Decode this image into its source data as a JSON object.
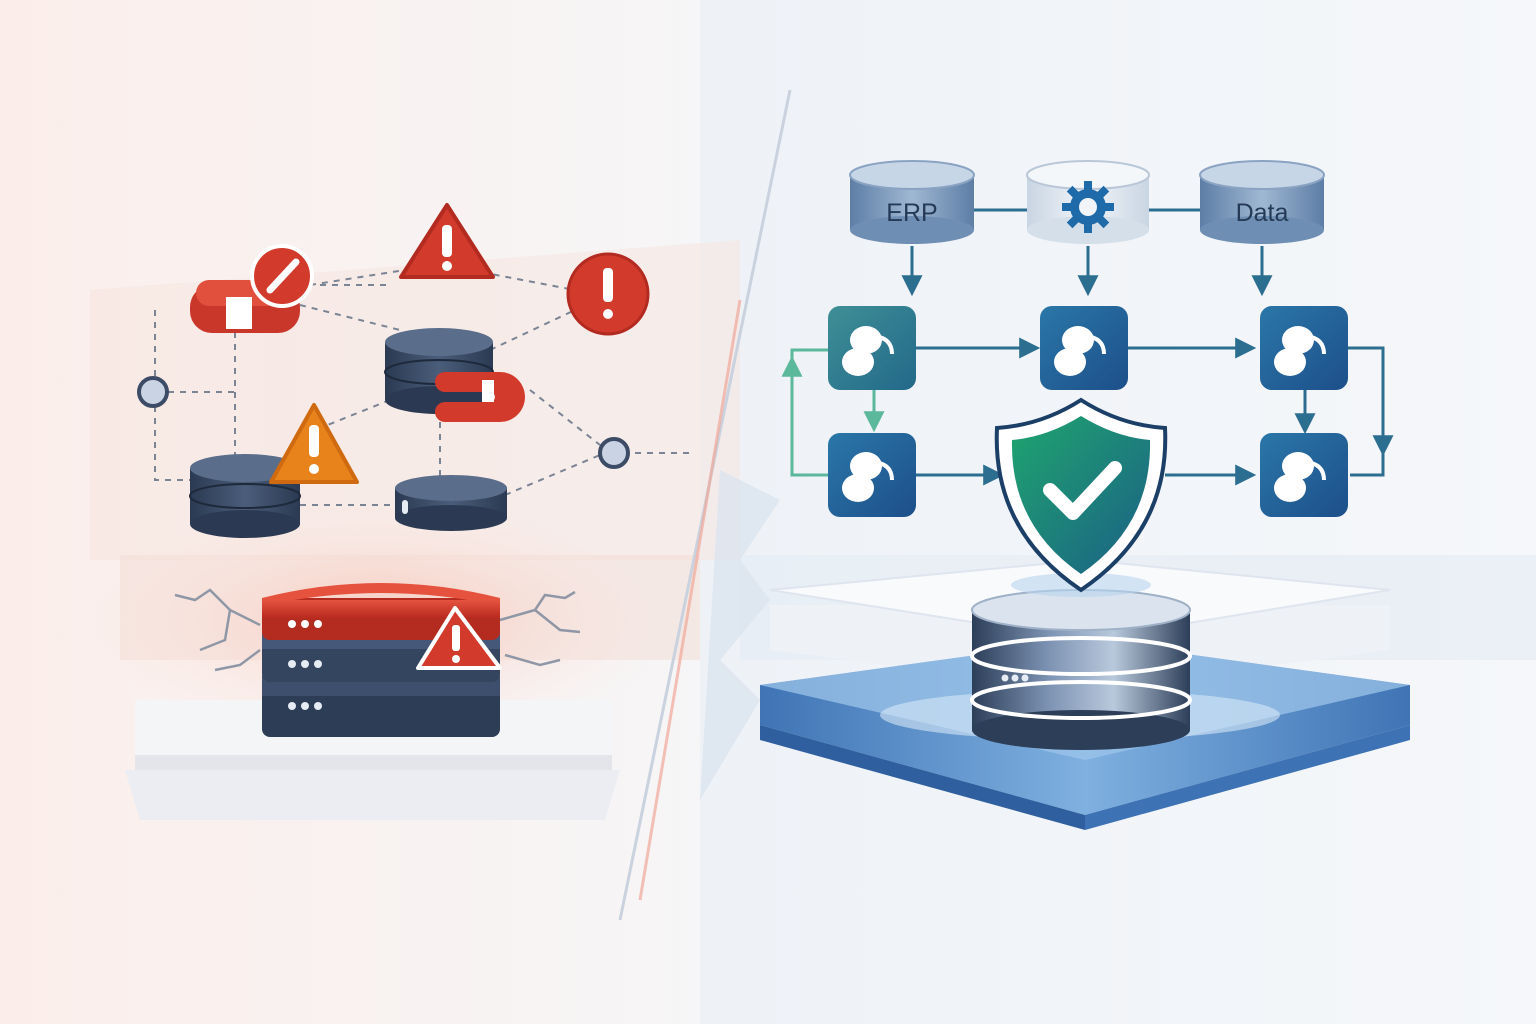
{
  "left_panel": {
    "state": "broken",
    "warning_icons": [
      "warning-triangle-icon",
      "error-circle-icon",
      "broken-link-icon"
    ],
    "colors": {
      "danger": "#d23a2c",
      "warning": "#e8831c",
      "server": "#34455f"
    }
  },
  "right_panel": {
    "state": "secure",
    "sources": [
      {
        "label": "ERP",
        "icon": ""
      },
      {
        "label": "",
        "icon": "gear-icon"
      },
      {
        "label": "Data",
        "icon": ""
      }
    ],
    "colors": {
      "flow": "#2c6e8f",
      "shield": "#1b8a6c",
      "platform": "#4f86c6"
    }
  }
}
